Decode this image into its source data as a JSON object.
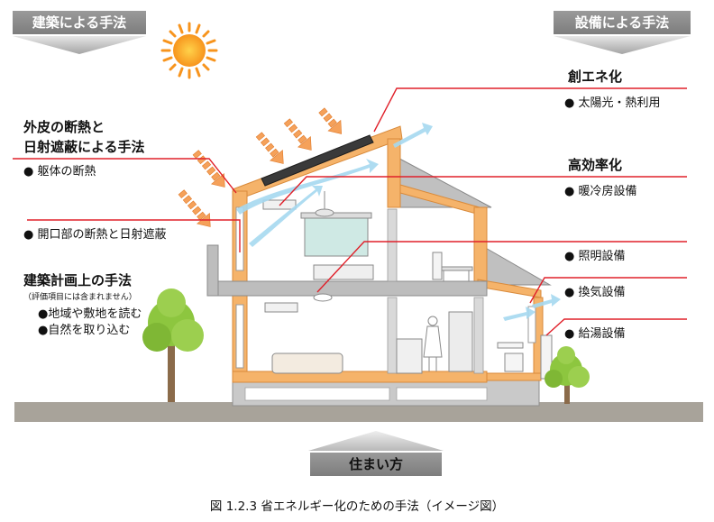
{
  "banners": {
    "architecture": "建築による手法",
    "equipment": "設備による手法",
    "lifestyle": "住まい方"
  },
  "left_labels": {
    "envelope_title_1": "外皮の断熱と",
    "envelope_title_2": "日射遮蔽による手法",
    "envelope_item": "● 躯体の断熱",
    "opening_item": "● 開口部の断熱と日射遮蔽",
    "planning_title": "建築計画上の手法",
    "planning_note": "（評価項目には含まれません）",
    "planning_item_1": "●地域や敷地を読む",
    "planning_item_2": "●自然を取り込む"
  },
  "right_labels": {
    "create_title": "創エネ化",
    "create_item": "● 太陽光・熱利用",
    "efficiency_title": "高効率化",
    "hvac_item": "● 暖冷房設備",
    "lighting_item": "● 照明設備",
    "ventilation_item": "● 換気設備",
    "hotwater_item": "● 給湯設備"
  },
  "caption": "図 1.2.3 省エネルギー化のための手法（イメージ図）",
  "colors": {
    "banner_gray": "#8a8a8a",
    "leader_red": "#e0202a",
    "insulation_orange": "#f5b36a",
    "structure_gray": "#bdbdbd",
    "sun_orange": "#f7941d",
    "ground": "#a8a39a",
    "tree_green": "#8dc63f",
    "airflow_blue": "#9fd4ee"
  }
}
